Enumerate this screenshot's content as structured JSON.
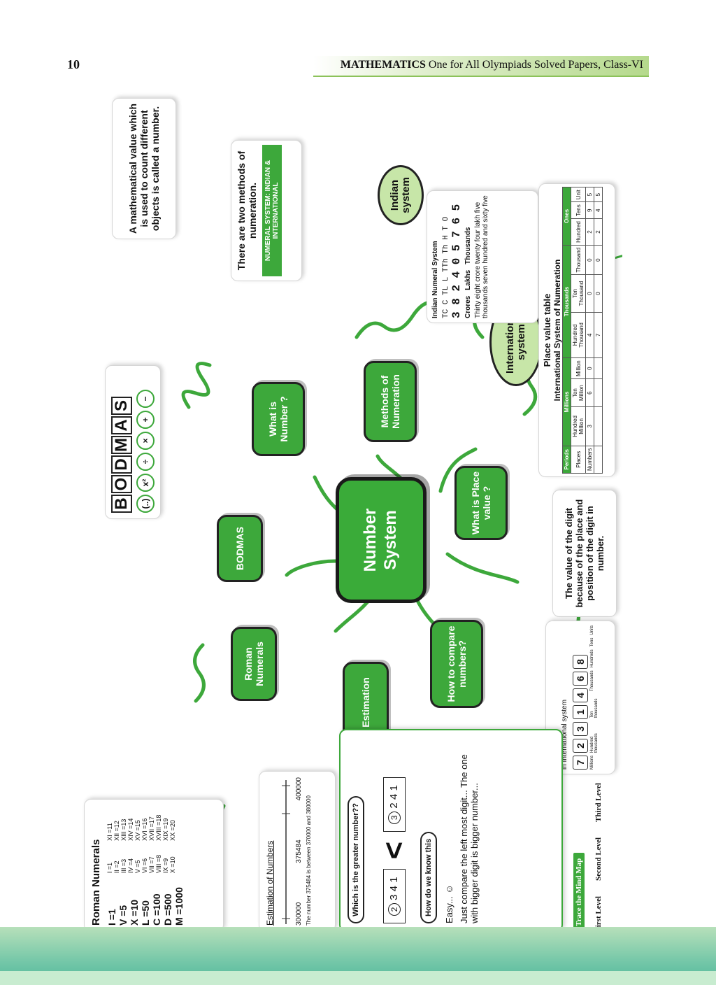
{
  "header": {
    "page_number": "10",
    "subject": "MATHEMATICS",
    "book_title": "One for All Olympiads Solved Papers, Class-VI"
  },
  "center": {
    "label": "Number System"
  },
  "branches": {
    "what_is_number": "What is Number ?",
    "methods": "Methods of Numeration",
    "bodmas": "BODMAS",
    "place_value": "What is Place value ?",
    "roman": "Roman Numerals",
    "estimation": "Estimation",
    "compare": "How to compare numbers?"
  },
  "definition_number": "A mathematical value which is used to count different objects is called a number.",
  "methods_box": {
    "text": "There are two methods of numeration.",
    "label": "NUMERAL SYSTEM: INDIAN & INTERNATIONAL"
  },
  "ovals": {
    "indian": "Indian system",
    "international": "International system"
  },
  "indian_numeral": {
    "title": "Indian Numeral System",
    "places": "TC C TL L TTh Th H T O",
    "digits": "3 8 2 4 0 5 7 6 5",
    "groups": [
      "Crores",
      "Lakhs",
      "Thousands"
    ],
    "words": "Thirty eight crore twenty four lakh five thousands seven hundred and sixty five"
  },
  "place_value_table": {
    "title": "Place value table",
    "subtitle": "International System of Numeration",
    "periods_label": "Periods",
    "places_label": "Places",
    "numbers_label": "Numbers",
    "periods": [
      "Millions",
      "Thousands",
      "Ones"
    ],
    "places": [
      "Hundred Million",
      "Ten Million",
      "Million",
      "Hundred Thousand",
      "Ten Thousand",
      "Thousand",
      "Hundred",
      "Tens",
      "Unit"
    ],
    "numbers": [
      "3",
      "6",
      "0",
      "4",
      "0",
      "0",
      "2",
      "9",
      "5"
    ],
    "extra_row": [
      "",
      "",
      "",
      "7",
      "0",
      "0",
      "2",
      "4",
      "5"
    ]
  },
  "bodmas_box": {
    "letters": [
      "B",
      "O",
      "D",
      "M",
      "A",
      "S"
    ],
    "symbols": [
      "(..)",
      "x²",
      "÷",
      "×",
      "+",
      "−"
    ]
  },
  "place_value_definition": "The value of the digit because of the place and position of the digit in number.",
  "example": {
    "title": "Example",
    "subtitle": "in International system",
    "digits": [
      "7",
      "2",
      "3",
      "1",
      "4",
      "6",
      "8"
    ],
    "labels": [
      "Millions",
      "Hundred thousands",
      "Ten thousands",
      "Thousands",
      "Hundreds",
      "Tens",
      "Units"
    ]
  },
  "roman_numerals": {
    "title": "Roman Numerals",
    "big": [
      "I =1",
      "V =5",
      "X =10",
      "L =50",
      "C =100",
      "D =500",
      "M =1000"
    ],
    "col1": [
      "I =1",
      "II =2",
      "III =3",
      "IV =4",
      "V =5",
      "VI =6",
      "VII =7",
      "VIII =8",
      "IX =9",
      "X =10"
    ],
    "col2": [
      "XI =11",
      "XII =12",
      "XIII =13",
      "XIV =14",
      "XV =15",
      "XVI =16",
      "XVII =17",
      "XVIII =18",
      "XIX =19",
      "XX =20"
    ]
  },
  "estimation_box": {
    "title": "Estimation of Numbers",
    "left_value": "300000",
    "mid_value": "375484",
    "right_value": "400000",
    "note": "The number 375484 is between 370000 and 380000"
  },
  "compare_box": {
    "bubble": "Which is the greater number??",
    "num1_circle": "2",
    "num1": "3 4 1",
    "sign": "<",
    "num2_circle": "3",
    "num2": "2 4 1",
    "thought": "How do we know this",
    "easy": "Easy... ☺",
    "explain": "Just compare the left most digit... The one with bigger digit is bigger number..."
  },
  "trace": {
    "label": "Trace the Mind Map",
    "levels": [
      "First Level",
      "Second Level",
      "Third Level"
    ]
  }
}
